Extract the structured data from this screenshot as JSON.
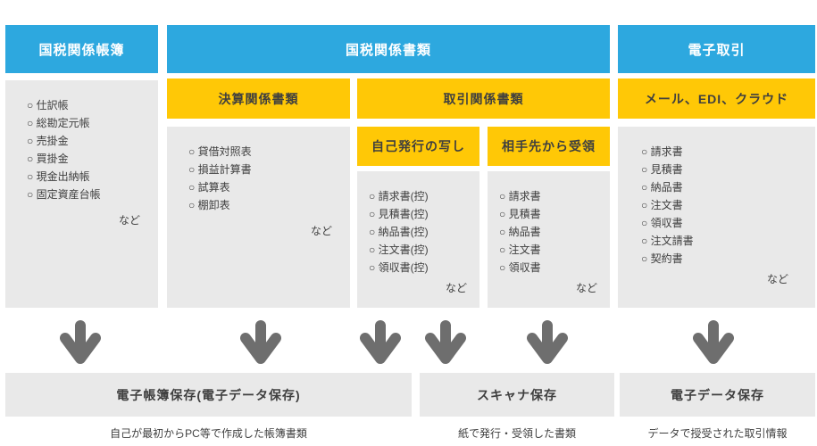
{
  "colors": {
    "blue": "#2DA8DF",
    "yellow": "#FFC806",
    "panel": "#E9E9E9",
    "arrow": "#6E6E6E",
    "text": "#3F3F3F"
  },
  "columns": {
    "books": {
      "title": "国税関係帳簿",
      "items": [
        "○ 仕訳帳",
        "○ 総勘定元帳",
        "○ 売掛金",
        "○ 買掛金",
        "○ 現金出納帳",
        "○ 固定資産台帳"
      ],
      "etc": "など"
    },
    "documents": {
      "title": "国税関係書類",
      "settlement": {
        "title": "決算関係書類",
        "items": [
          "○ 貸借対照表",
          "○ 損益計算書",
          "○ 試算表",
          "○ 棚卸表"
        ],
        "etc": "など"
      },
      "transaction": {
        "title": "取引関係書類",
        "self_issued": {
          "title": "自己発行の写し",
          "items": [
            "○ 請求書(控)",
            "○ 見積書(控)",
            "○ 納品書(控)",
            "○ 注文書(控)",
            "○ 領収書(控)"
          ],
          "etc": "など"
        },
        "received": {
          "title": "相手先から受領",
          "items": [
            "○ 請求書",
            "○ 見積書",
            "○ 納品書",
            "○ 注文書",
            "○ 領収書"
          ],
          "etc": "など"
        }
      }
    },
    "etrade": {
      "title": "電子取引",
      "subtitle": "メール、EDI、クラウド",
      "items": [
        "○ 請求書",
        "○ 見積書",
        "○ 納品書",
        "○ 注文書",
        "○ 領収書",
        "○ 注文請書",
        "○ 契約書"
      ],
      "etc": "など"
    }
  },
  "storage": {
    "ebook": {
      "label": "電子帳簿保存(電子データ保存)",
      "caption": "自己が最初からPC等で作成した帳簿書類"
    },
    "scanner": {
      "label": "スキャナ保存",
      "caption": "紙で発行・受領した書類"
    },
    "edata": {
      "label": "電子データ保存",
      "caption": "データで授受された取引情報"
    }
  }
}
